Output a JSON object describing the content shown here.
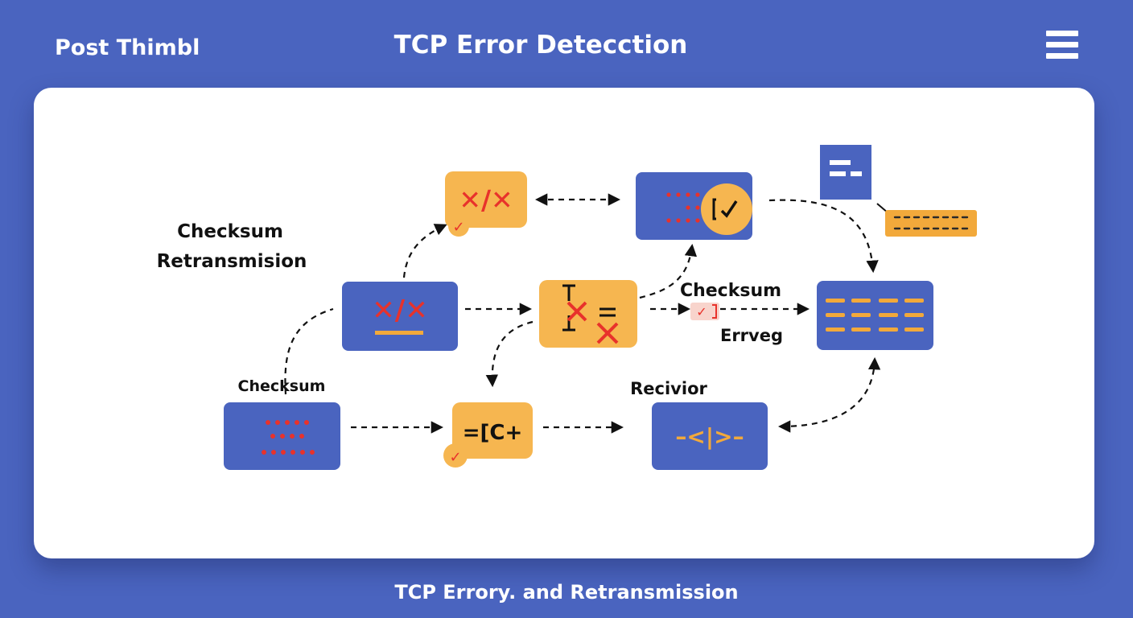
{
  "header": {
    "brand": "Post Thimbl",
    "title": "TCP Error Detecction"
  },
  "diagram": {
    "labels": {
      "checksum_left": "Checksum",
      "retransmission_left": "Retransmision",
      "checksum_bottom": "Checksum",
      "checksum_mid": "Checksum",
      "erreg": "Errveg",
      "receiver": "Recivior"
    },
    "glyphs": {
      "error_pair": "✕/✕",
      "check": "✓",
      "compare": "=[C+",
      "code": "–<|>–"
    }
  },
  "footer": {
    "caption": "TCP Errory. and Retransmission"
  },
  "colors": {
    "background": "#4a64bf",
    "node_blue": "#4a64bf",
    "node_orange": "#f6b650",
    "error_red": "#e8322b",
    "accent_orange": "#f2a93b"
  }
}
